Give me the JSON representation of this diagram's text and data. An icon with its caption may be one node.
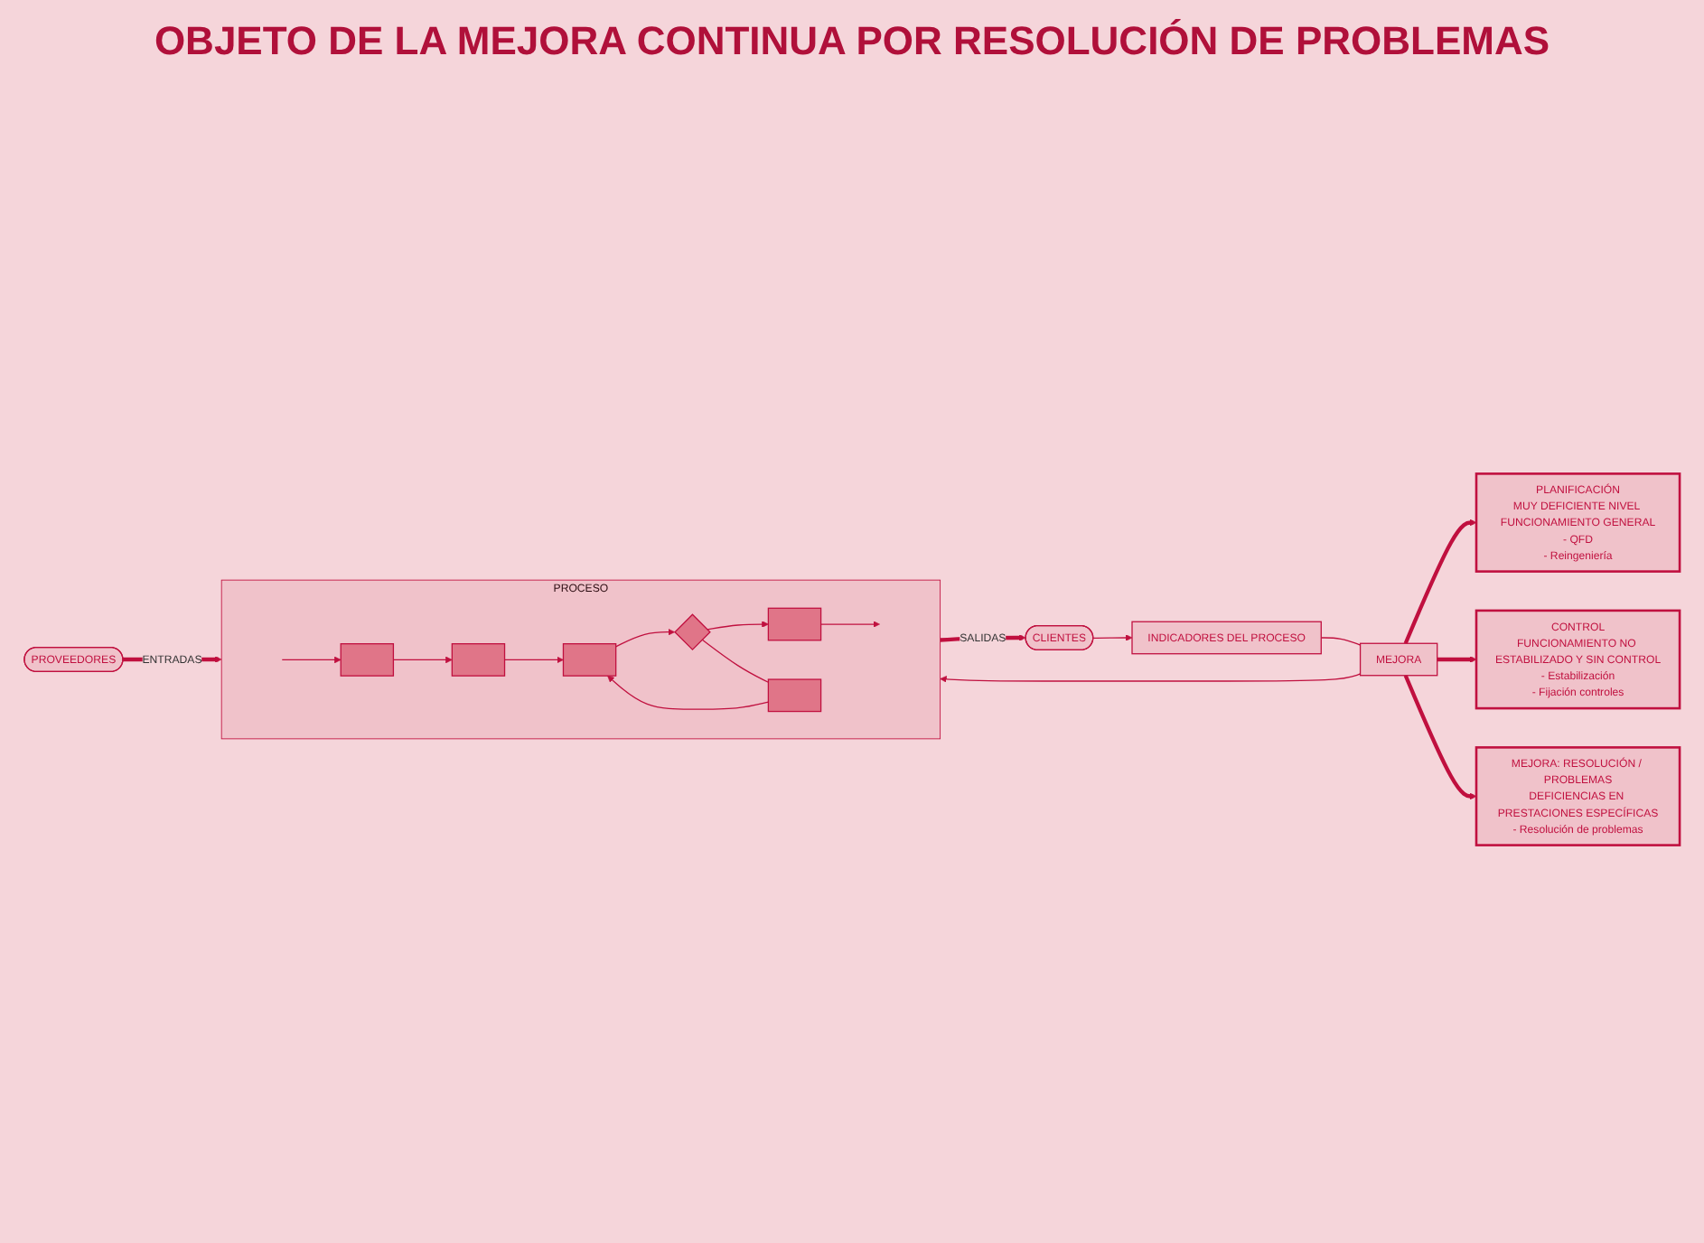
{
  "diagram": {
    "title": "OBJETO DE LA MEJORA CONTINUA POR RESOLUCIÓN DE PROBLEMAS",
    "nodes": [
      {
        "text": [
          "PROVEEDORES"
        ]
      },
      {
        "text": [
          "PROCESO"
        ]
      },
      {
        "text": [],
        "shape": "box",
        "in": 1
      },
      {
        "text": [],
        "shape": "box",
        "in": 1
      },
      {
        "text": [],
        "shape": "box",
        "in": 1
      },
      {
        "text": [],
        "shape": "diamond",
        "in": 1
      },
      {
        "text": [],
        "shape": "box",
        "in": 1
      },
      {
        "text": [],
        "shape": "box",
        "in": 1
      },
      {
        "text": [
          "CLIENTES"
        ]
      },
      {
        "text": [
          "MEJORA"
        ]
      },
      {
        "text": [
          "INDICADORES DEL PROCESO"
        ]
      },
      {
        "text": [
          "PLANIFICACIÓN",
          "MUY DEFICIENTE NIVEL FUNCIONAMIENTO GENERAL",
          "- QFD",
          "- Reingeniería"
        ]
      },
      {
        "text": [
          "CONTROL",
          "FUNCIONAMIENTO NO ESTABILIZADO Y SIN CONTROL",
          "- Estabilización",
          "- Fijación controles"
        ]
      },
      {
        "text": [
          "MEJORA: RESOLUCIÓN / PROBLEMAS",
          "DEFICIENCIAS EN PRESTACIONES ESPECÍFICAS",
          "- Resolución de problemas"
        ]
      }
    ],
    "edges": [
      {
        "from": 0,
        "to": 1,
        "arrow": "to",
        "label": "ENTRADAS",
        "style": "thick"
      },
      {
        "from": null,
        "to": 2,
        "arrow": "to"
      },
      {
        "from": 2,
        "to": 3,
        "arrow": "to"
      },
      {
        "from": 3,
        "to": 4,
        "arrow": "to"
      },
      {
        "from": 4,
        "to": 5,
        "arrow": "to"
      },
      {
        "from": 5,
        "to": 6,
        "arrow": "to"
      },
      {
        "from": 6,
        "to": null,
        "arrow": "to"
      },
      {
        "from": 5,
        "to": 7,
        "arrow": "none"
      },
      {
        "from": 7,
        "to": 4,
        "arrow": "to"
      },
      {
        "from": 1,
        "to": 8,
        "arrow": "to",
        "label": "SALIDAS",
        "style": "thick"
      },
      {
        "from": 8,
        "to": 10,
        "arrow": "to"
      },
      {
        "from": 10,
        "to": 9,
        "arrow": "none"
      },
      {
        "from": 9,
        "to": 1,
        "arrow": "to"
      },
      {
        "from": 9,
        "to": 11,
        "arrow": "to",
        "style": "thick"
      },
      {
        "from": 9,
        "to": 12,
        "arrow": "to",
        "style": "thick"
      },
      {
        "from": 9,
        "to": 13,
        "arrow": "to",
        "style": "thick"
      }
    ]
  }
}
